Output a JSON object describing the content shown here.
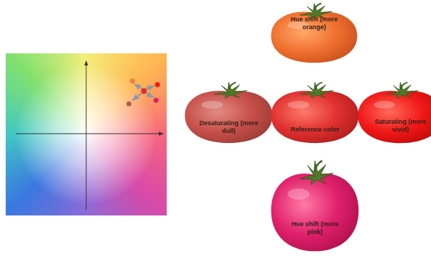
{
  "diagram": {
    "nodes": [
      {
        "text": [
          "Hue shift (more orange)"
        ]
      },
      {
        "text": [
          "Desaturating (more dull)"
        ]
      },
      {
        "text": [
          "Reference color"
        ]
      },
      {
        "text": [
          "Saturating (more vivid)"
        ]
      },
      {
        "text": [
          "Hue shift (more pink)"
        ]
      }
    ],
    "edges": []
  }
}
